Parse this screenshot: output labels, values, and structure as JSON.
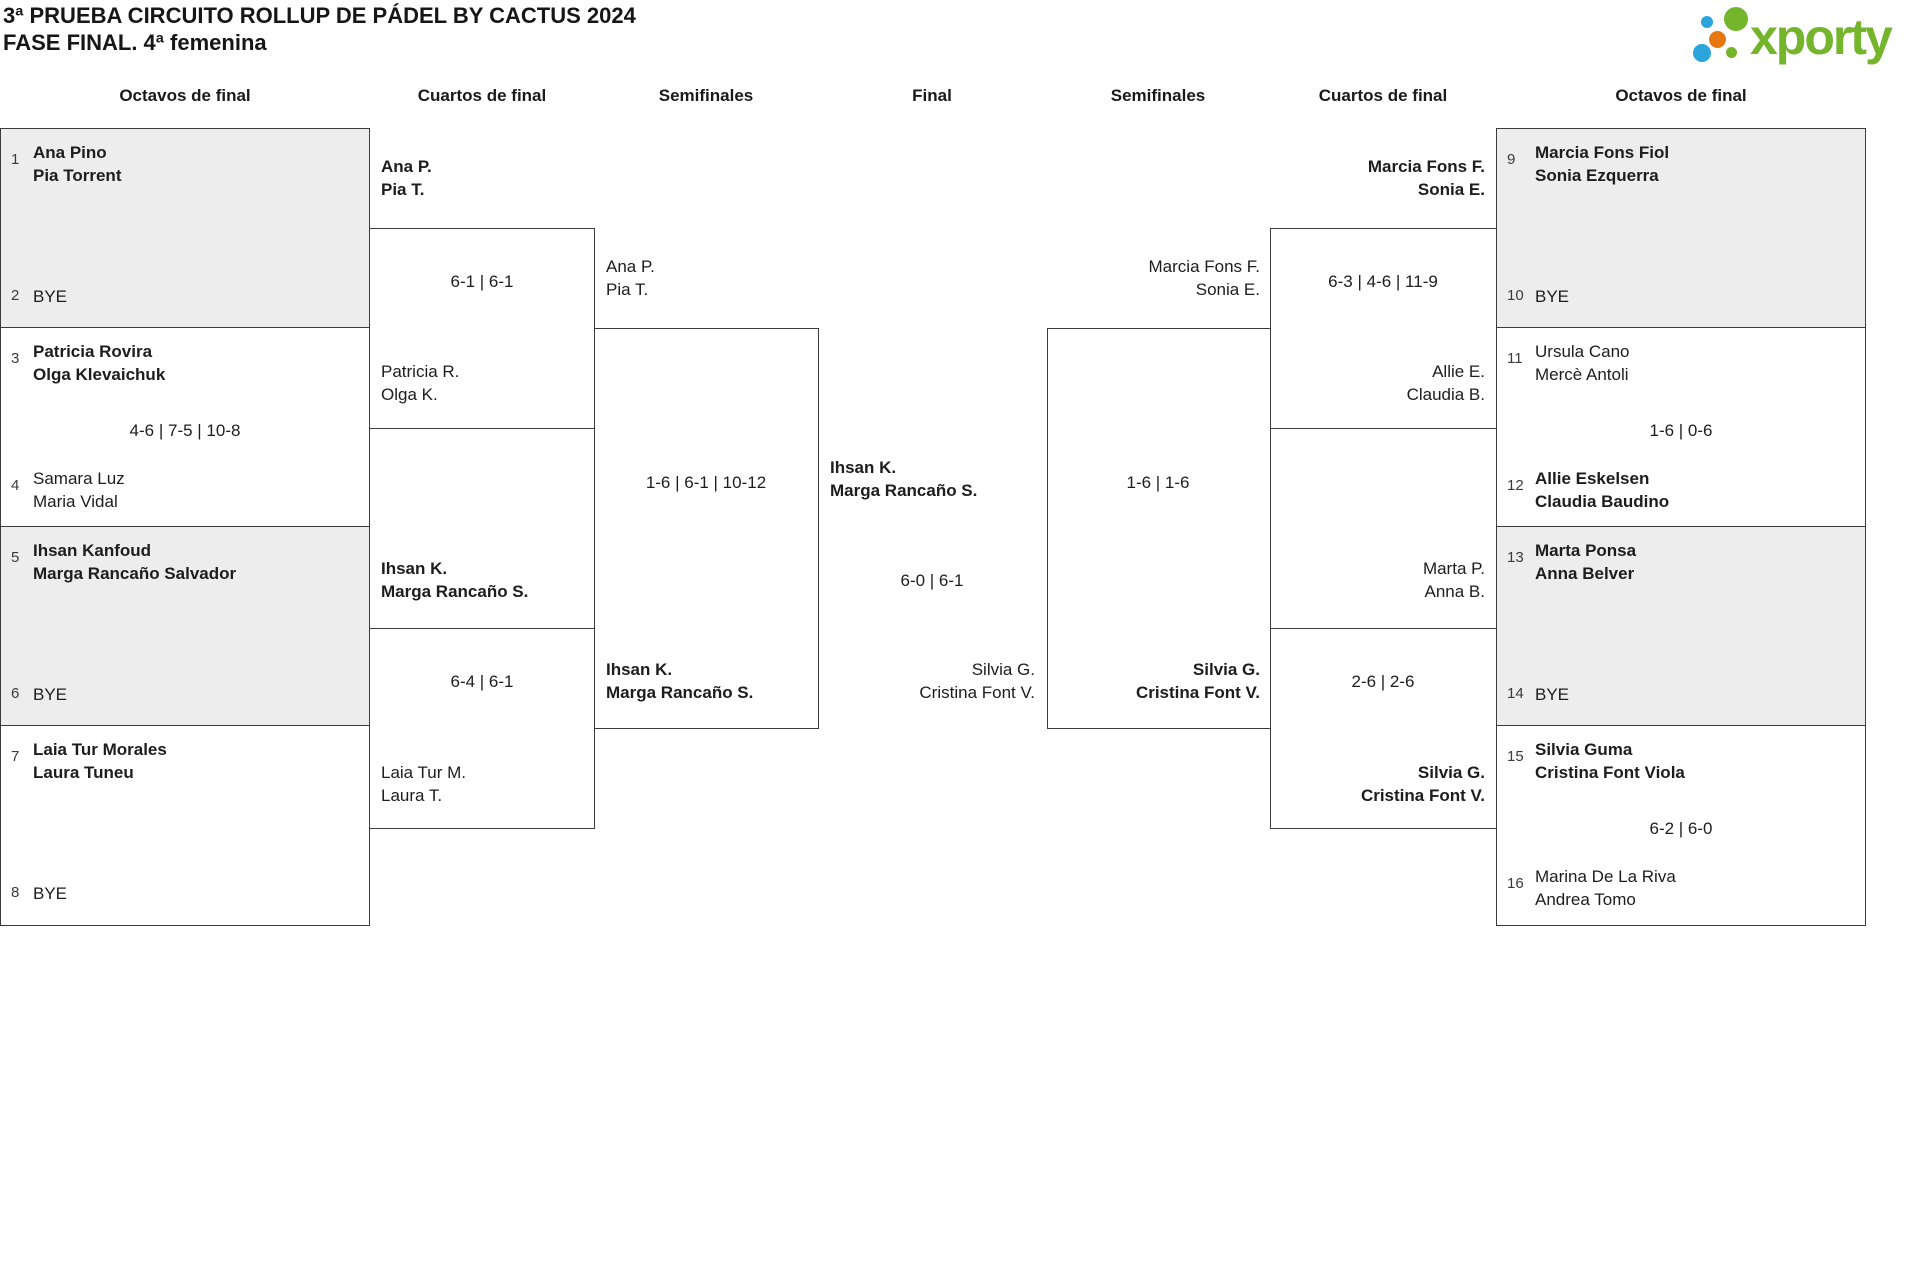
{
  "title": {
    "line1": "3ª PRUEBA CIRCUITO ROLLUP DE PÁDEL BY CACTUS 2024",
    "line2": "FASE FINAL. 4ª femenina"
  },
  "logo": {
    "brand": "xporty"
  },
  "colors": {
    "ink": "#1d1d1d",
    "seed": "#3a3a3a",
    "border": "#3b3b3b",
    "shade": "#ededed",
    "green": "#74b52c",
    "blue": "#2aa4db",
    "orange": "#e87611"
  },
  "headers": [
    "Octavos de final",
    "Cuartos de final",
    "Semifinales",
    "Final",
    "Semifinales",
    "Cuartos de final",
    "Octavos de final"
  ],
  "bracket": {
    "r16_left": [
      {
        "top_seed": "1",
        "top": [
          "Ana Pino",
          "Pia Torrent"
        ],
        "score": "",
        "bottom_seed": "2",
        "bottom": [
          "BYE"
        ]
      },
      {
        "top_seed": "3",
        "top": [
          "Patricia Rovira",
          "Olga Klevaichuk"
        ],
        "score": "4-6 | 7-5 | 10-8",
        "bottom_seed": "4",
        "bottom": [
          "Samara Luz",
          "Maria Vidal"
        ]
      },
      {
        "top_seed": "5",
        "top": [
          "Ihsan Kanfoud",
          "Marga Rancaño Salvador"
        ],
        "score": "",
        "bottom_seed": "6",
        "bottom": [
          "BYE"
        ]
      },
      {
        "top_seed": "7",
        "top": [
          "Laia Tur Morales",
          "Laura Tuneu"
        ],
        "score": "",
        "bottom_seed": "8",
        "bottom": [
          "BYE"
        ]
      }
    ],
    "r16_right": [
      {
        "top_seed": "9",
        "top": [
          "Marcia Fons Fiol",
          "Sonia Ezquerra"
        ],
        "score": "",
        "bottom_seed": "10",
        "bottom": [
          "BYE"
        ]
      },
      {
        "top_seed": "11",
        "top": [
          "Ursula Cano",
          "Mercè Antoli"
        ],
        "score": "1-6 | 0-6",
        "bottom_seed": "12",
        "bottom": [
          "Allie Eskelsen",
          "Claudia Baudino"
        ]
      },
      {
        "top_seed": "13",
        "top": [
          "Marta Ponsa",
          "Anna Belver"
        ],
        "score": "",
        "bottom_seed": "14",
        "bottom": [
          "BYE"
        ]
      },
      {
        "top_seed": "15",
        "top": [
          "Silvia Guma",
          "Cristina Font Viola"
        ],
        "score": "6-2 | 6-0",
        "bottom_seed": "16",
        "bottom": [
          "Marina De La Riva",
          "Andrea Tomo"
        ]
      }
    ],
    "qf_left": [
      {
        "top": [
          "Ana P.",
          "Pia T."
        ],
        "score": "6-1 | 6-1",
        "bottom": [
          "Patricia R.",
          "Olga K."
        ]
      },
      {
        "top": [
          "Ihsan K.",
          "Marga Rancaño S."
        ],
        "score": "6-4 | 6-1",
        "bottom": [
          "Laia Tur M.",
          "Laura T."
        ]
      }
    ],
    "qf_right": [
      {
        "top": [
          "Marcia Fons F.",
          "Sonia E."
        ],
        "score": "6-3 | 4-6 | 11-9",
        "bottom": [
          "Allie E.",
          "Claudia B."
        ]
      },
      {
        "top": [
          "Marta P.",
          "Anna B."
        ],
        "score": "2-6 | 2-6",
        "bottom": [
          "Silvia G.",
          "Cristina Font V."
        ]
      }
    ],
    "sf_left": {
      "top": [
        "Ana P.",
        "Pia T."
      ],
      "score": "1-6 | 6-1 | 10-12",
      "bottom": [
        "Ihsan K.",
        "Marga Rancaño S."
      ]
    },
    "sf_right": {
      "top": [
        "Marcia Fons F.",
        "Sonia E."
      ],
      "score": "1-6 | 1-6",
      "bottom": [
        "Silvia G.",
        "Cristina Font V."
      ]
    },
    "final": {
      "top": [
        "Ihsan K.",
        "Marga Rancaño S."
      ],
      "score": "6-0 | 6-1",
      "bottom": [
        "Silvia G.",
        "Cristina Font V."
      ]
    }
  }
}
